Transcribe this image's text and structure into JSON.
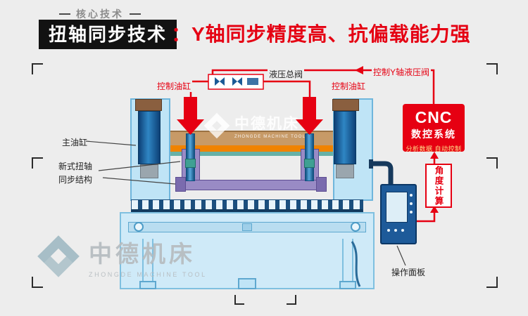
{
  "header": {
    "eyebrow": "核心技术",
    "title": "扭轴同步技术",
    "subtitle": "：Y轴同步精度高、抗偏载能力强"
  },
  "diagram": {
    "valve_label": "液压总阀",
    "y_valve_label": "控制Y轴液压阀",
    "control_cyl_left": "控制油缸",
    "control_cyl_right": "控制油缸",
    "main_cyl_label": "主油缸",
    "torsion_label_line1": "新式扭轴",
    "torsion_label_line2": "同步结构",
    "panel_label": "操作面板",
    "angle_box_label": "角度计算",
    "cnc": {
      "title": "CNC",
      "subtitle": "数控系统",
      "desc": "分析数据 自动控制"
    }
  },
  "watermark": {
    "cn": "中德机床",
    "en": "ZHONGDE MACHINE TOOL"
  },
  "colors": {
    "accent_red": "#e60012",
    "machine_blue": "#bfe4f6",
    "cnc_red": "#e60012",
    "watermark_gray": "#b7bdc1"
  }
}
